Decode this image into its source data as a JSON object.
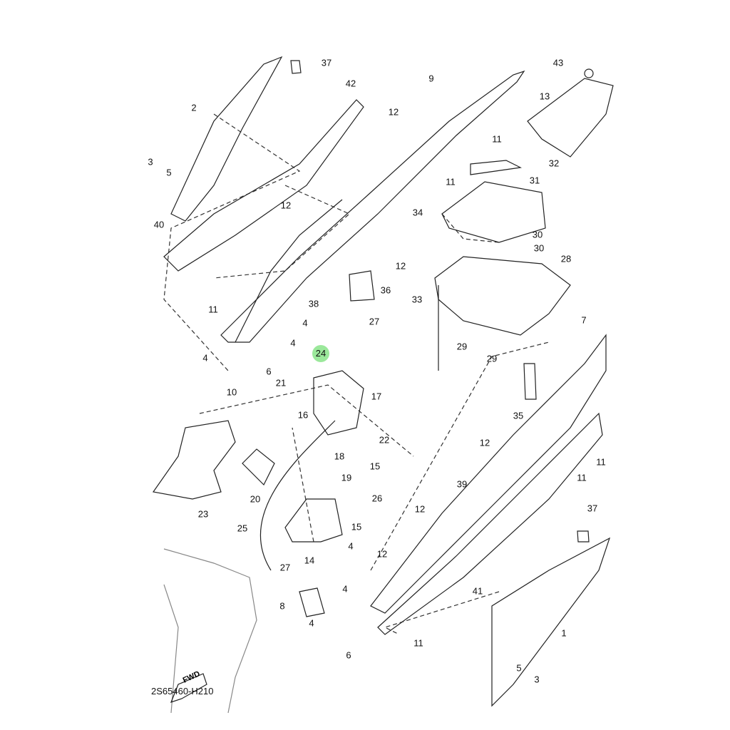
{
  "diagram": {
    "code": "2S65460-H210",
    "fwd_label": "FWD",
    "highlighted_part": "24",
    "highlight_color": "#9be89b",
    "callouts": [
      "37",
      "42",
      "9",
      "43",
      "13",
      "2",
      "12",
      "11",
      "3",
      "5",
      "32",
      "11",
      "31",
      "34",
      "12",
      "40",
      "30",
      "30",
      "28",
      "12",
      "36",
      "33",
      "11",
      "38",
      "4",
      "27",
      "7",
      "4",
      "4",
      "24",
      "29",
      "29",
      "6",
      "10",
      "21",
      "17",
      "16",
      "35",
      "11",
      "12",
      "22",
      "18",
      "15",
      "19",
      "26",
      "20",
      "11",
      "39",
      "12",
      "23",
      "15",
      "37",
      "25",
      "14",
      "27",
      "4",
      "12",
      "41",
      "4",
      "8",
      "1",
      "4",
      "11",
      "6",
      "5",
      "3"
    ]
  }
}
